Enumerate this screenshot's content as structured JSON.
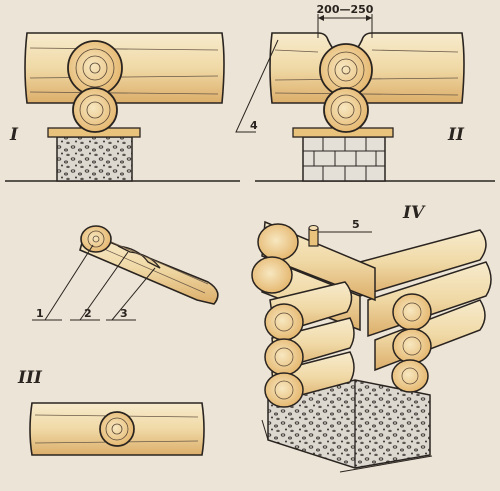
{
  "figures": {
    "I": "I",
    "II": "II",
    "III": "III",
    "IV": "IV"
  },
  "dimension": "200—250",
  "callouts": {
    "c1": "1",
    "c2": "2",
    "c3": "3",
    "c4": "4",
    "c5": "5"
  },
  "colors": {
    "paper": "#ece4d6",
    "wood": "#f0d9a6",
    "wood_light": "#f7ebcd",
    "wood_shade": "#e2a85a",
    "ink": "#2a2420",
    "concrete": "#d8d4cc"
  }
}
